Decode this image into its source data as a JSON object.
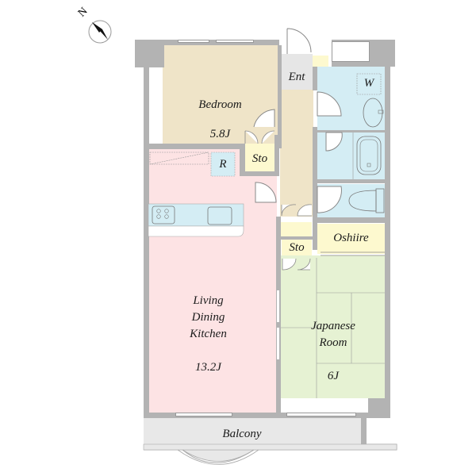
{
  "compass": {
    "label": "N",
    "icon": "north-arrow-icon"
  },
  "rooms": {
    "bedroom": {
      "name": "Bedroom",
      "size": "5.8J"
    },
    "ldk": {
      "name": "Living\nDining\nKitchen",
      "size": "13.2J"
    },
    "japanese": {
      "name": "Japanese\nRoom",
      "size": "6J"
    },
    "entrance": {
      "name": "Ent"
    },
    "washroom": {
      "name": "W"
    },
    "storage_1": {
      "name": "Sto"
    },
    "storage_2": {
      "name": "Sto"
    },
    "oshiire": {
      "name": "Oshiire"
    },
    "refrigerator": {
      "name": "R"
    },
    "balcony": {
      "name": "Balcony"
    }
  },
  "colors": {
    "bedroom": "#efe4c8",
    "hallway": "#efe4c8",
    "ldk": "#fde3e4",
    "japanese": "#e6f2d3",
    "wet_area": "#d4edf4",
    "storage": "#fdf9cf",
    "entrance": "#e6e6e6",
    "balcony": "#e8e8e8",
    "wall": "#b3b3b3"
  }
}
